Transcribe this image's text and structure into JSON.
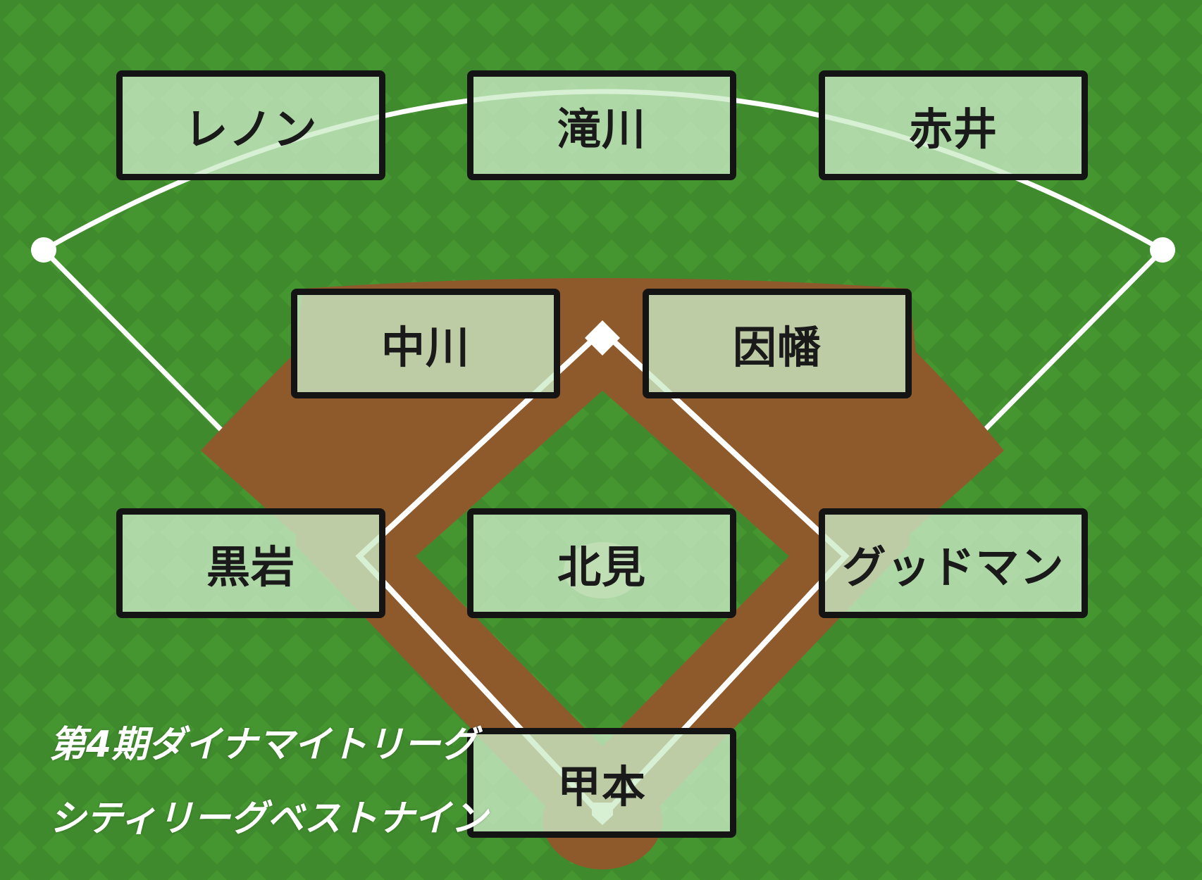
{
  "caption": {
    "line1": "第4期ダイナマイトリーグ",
    "line2": "シティリーグベストナイン"
  },
  "positions": {
    "left_field": "レノン",
    "center_field": "滝川",
    "right_field": "赤井",
    "shortstop": "中川",
    "second_base": "因幡",
    "third_base": "黒岩",
    "pitcher": "北見",
    "first_base": "グッドマン",
    "catcher": "甲本"
  },
  "colors": {
    "grass": "#3f8a2c",
    "infield_dirt": "#8f5a2b",
    "lines": "#ffffff",
    "box_fill": "#cdeccb",
    "box_border": "#141414"
  }
}
